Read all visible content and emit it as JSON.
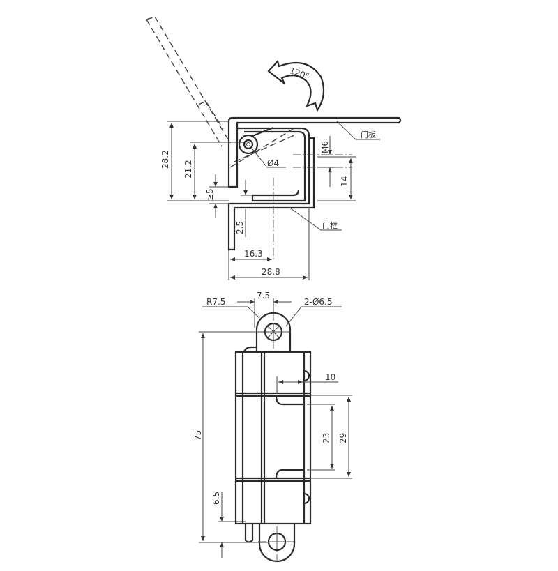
{
  "top_view": {
    "rotation_angle": "120°",
    "door_panel_label": "门板",
    "door_frame_label": "门框",
    "dims": {
      "height_overall": "28.2",
      "height_pivot": "21.2",
      "min_gap": "≥5",
      "offset": "2.5",
      "pivot_x": "16.3",
      "width_overall": "28.8",
      "pin_diameter": "Ø4",
      "thread": "M6",
      "hole_height": "14"
    }
  },
  "front_view": {
    "dims": {
      "radius": "R7.5",
      "lug_offset": "7.5",
      "holes": "2-Ø6.5",
      "length": "75",
      "slot_depth": "10",
      "slot_inner": "23",
      "slot_outer": "29",
      "end_offset": "6.5"
    }
  }
}
